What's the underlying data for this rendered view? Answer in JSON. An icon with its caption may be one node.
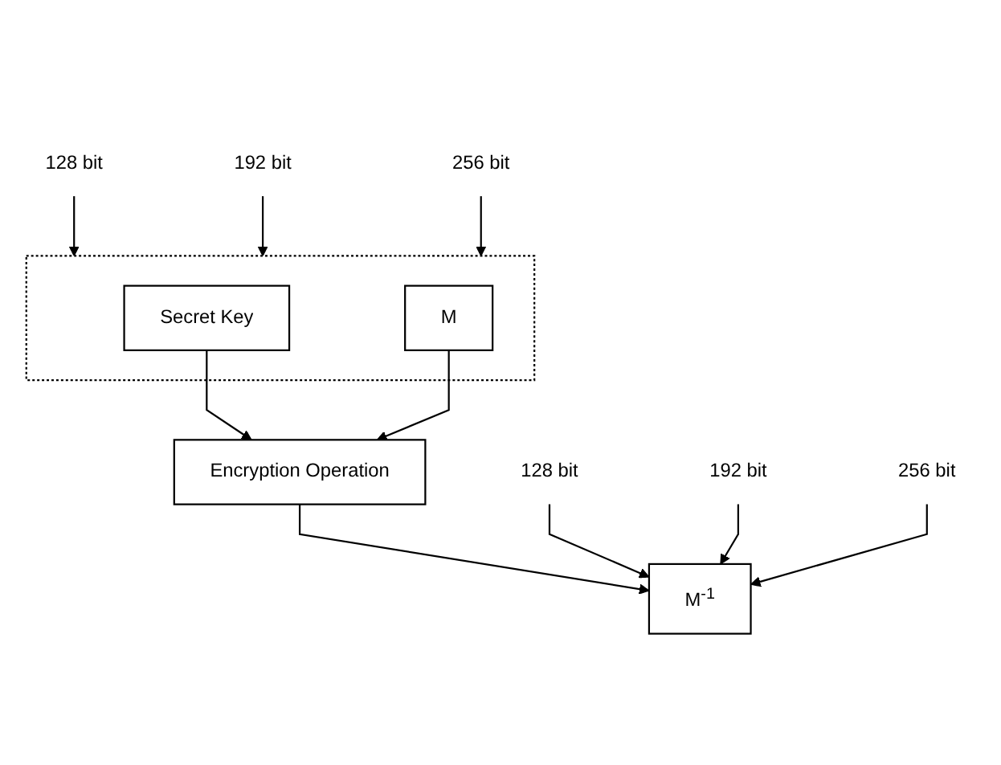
{
  "diagram": {
    "nodes": [
      {
        "text": [],
        "shape": "box"
      },
      {
        "text": [
          "Secret Key"
        ],
        "in": 0
      },
      {
        "text": [
          "M"
        ],
        "in": 0
      },
      {
        "text": [
          "128 bit"
        ]
      },
      {
        "text": [
          "192 bit"
        ]
      },
      {
        "text": [
          "256 bit"
        ]
      },
      {
        "text": [
          "Encryption Operation"
        ]
      },
      {
        "text": [
          "M$^{-1}$"
        ]
      },
      {
        "text": [
          "128 bit"
        ]
      },
      {
        "text": [
          "192 bit"
        ]
      },
      {
        "text": [
          "256 bit"
        ]
      }
    ],
    "edges": [
      {
        "from": 1,
        "to": 6,
        "arrow": "to"
      },
      {
        "from": 2,
        "to": 6,
        "arrow": "to"
      },
      {
        "from": 6,
        "to": 7,
        "arrow": "to"
      },
      {
        "from": 3,
        "to": 0,
        "arrow": "to"
      },
      {
        "from": 4,
        "to": 0,
        "arrow": "to"
      },
      {
        "from": 5,
        "to": 0,
        "arrow": "to"
      },
      {
        "from": 8,
        "to": 7,
        "arrow": "to"
      },
      {
        "from": 9,
        "to": 7,
        "arrow": "to"
      },
      {
        "from": 10,
        "to": 7,
        "arrow": "to"
      }
    ]
  }
}
